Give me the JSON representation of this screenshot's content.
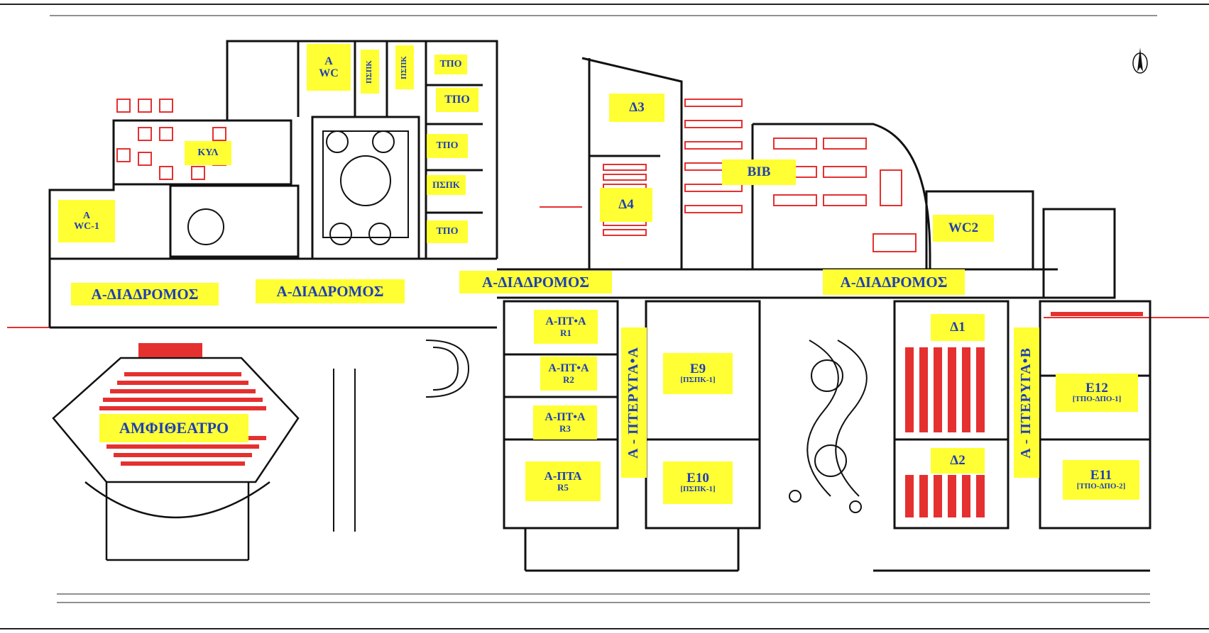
{
  "rooms": {
    "a_wc": [
      "Α",
      "WC"
    ],
    "pspk_v1": "ΠΣΠΚ",
    "pspk_v2": "ΠΣΠΚ",
    "tpo1": "ΤΠΟ",
    "tpo2": "ΤΠΟ",
    "tpo3": "ΤΠΟ",
    "pspk": "ΠΣΠΚ",
    "tpo4": "ΤΠΟ",
    "kyl": "ΚΥΛ",
    "a_wc1": [
      "Α",
      "WC-1"
    ],
    "d3": "Δ3",
    "d4": "Δ4",
    "bib": "ΒΙΒ",
    "wc2": "WC2",
    "corr1": "Α-ΔΙΑΔΡΟΜΟΣ",
    "corr2": "Α-ΔΙΑΔΡΟΜΟΣ",
    "corr3": "Α-ΔΙΑΔΡΟΜΟΣ",
    "corr4": "Α-ΔΙΑΔΡΟΜΟΣ",
    "r1": [
      "Α-ΠΤ•Α",
      "R1"
    ],
    "r2": [
      "Α-ΠΤ•Α",
      "R2"
    ],
    "r3": [
      "Α-ΠΤ•Α",
      "R3"
    ],
    "r5": [
      "Α-ΠΤΑ",
      "R5"
    ],
    "wing_a": "Α - ΠΤΕΡΥΓΑ•Α",
    "wing_b": "Α - ΠΤΕΡΥΓΑ•Β",
    "e9": [
      "Ε9",
      "[ΠΣΠΚ-1]"
    ],
    "e10": [
      "Ε10",
      "[ΠΣΠΚ-1]"
    ],
    "d1": "Δ1",
    "d2": "Δ2",
    "e12": [
      "Ε12",
      "[ΤΠΟ-ΔΠΟ-1]"
    ],
    "e11": [
      "Ε11",
      "[ΤΠΟ-ΔΠΟ-2]"
    ],
    "amph": "ΑΜΦΙΘΕΑΤΡΟ"
  },
  "colors": {
    "label_bg": "#ffff33",
    "label_text": "#1f3fb5",
    "wall": "#111111",
    "furniture": "#e53030"
  },
  "icons": [
    "north-arrow-icon"
  ]
}
